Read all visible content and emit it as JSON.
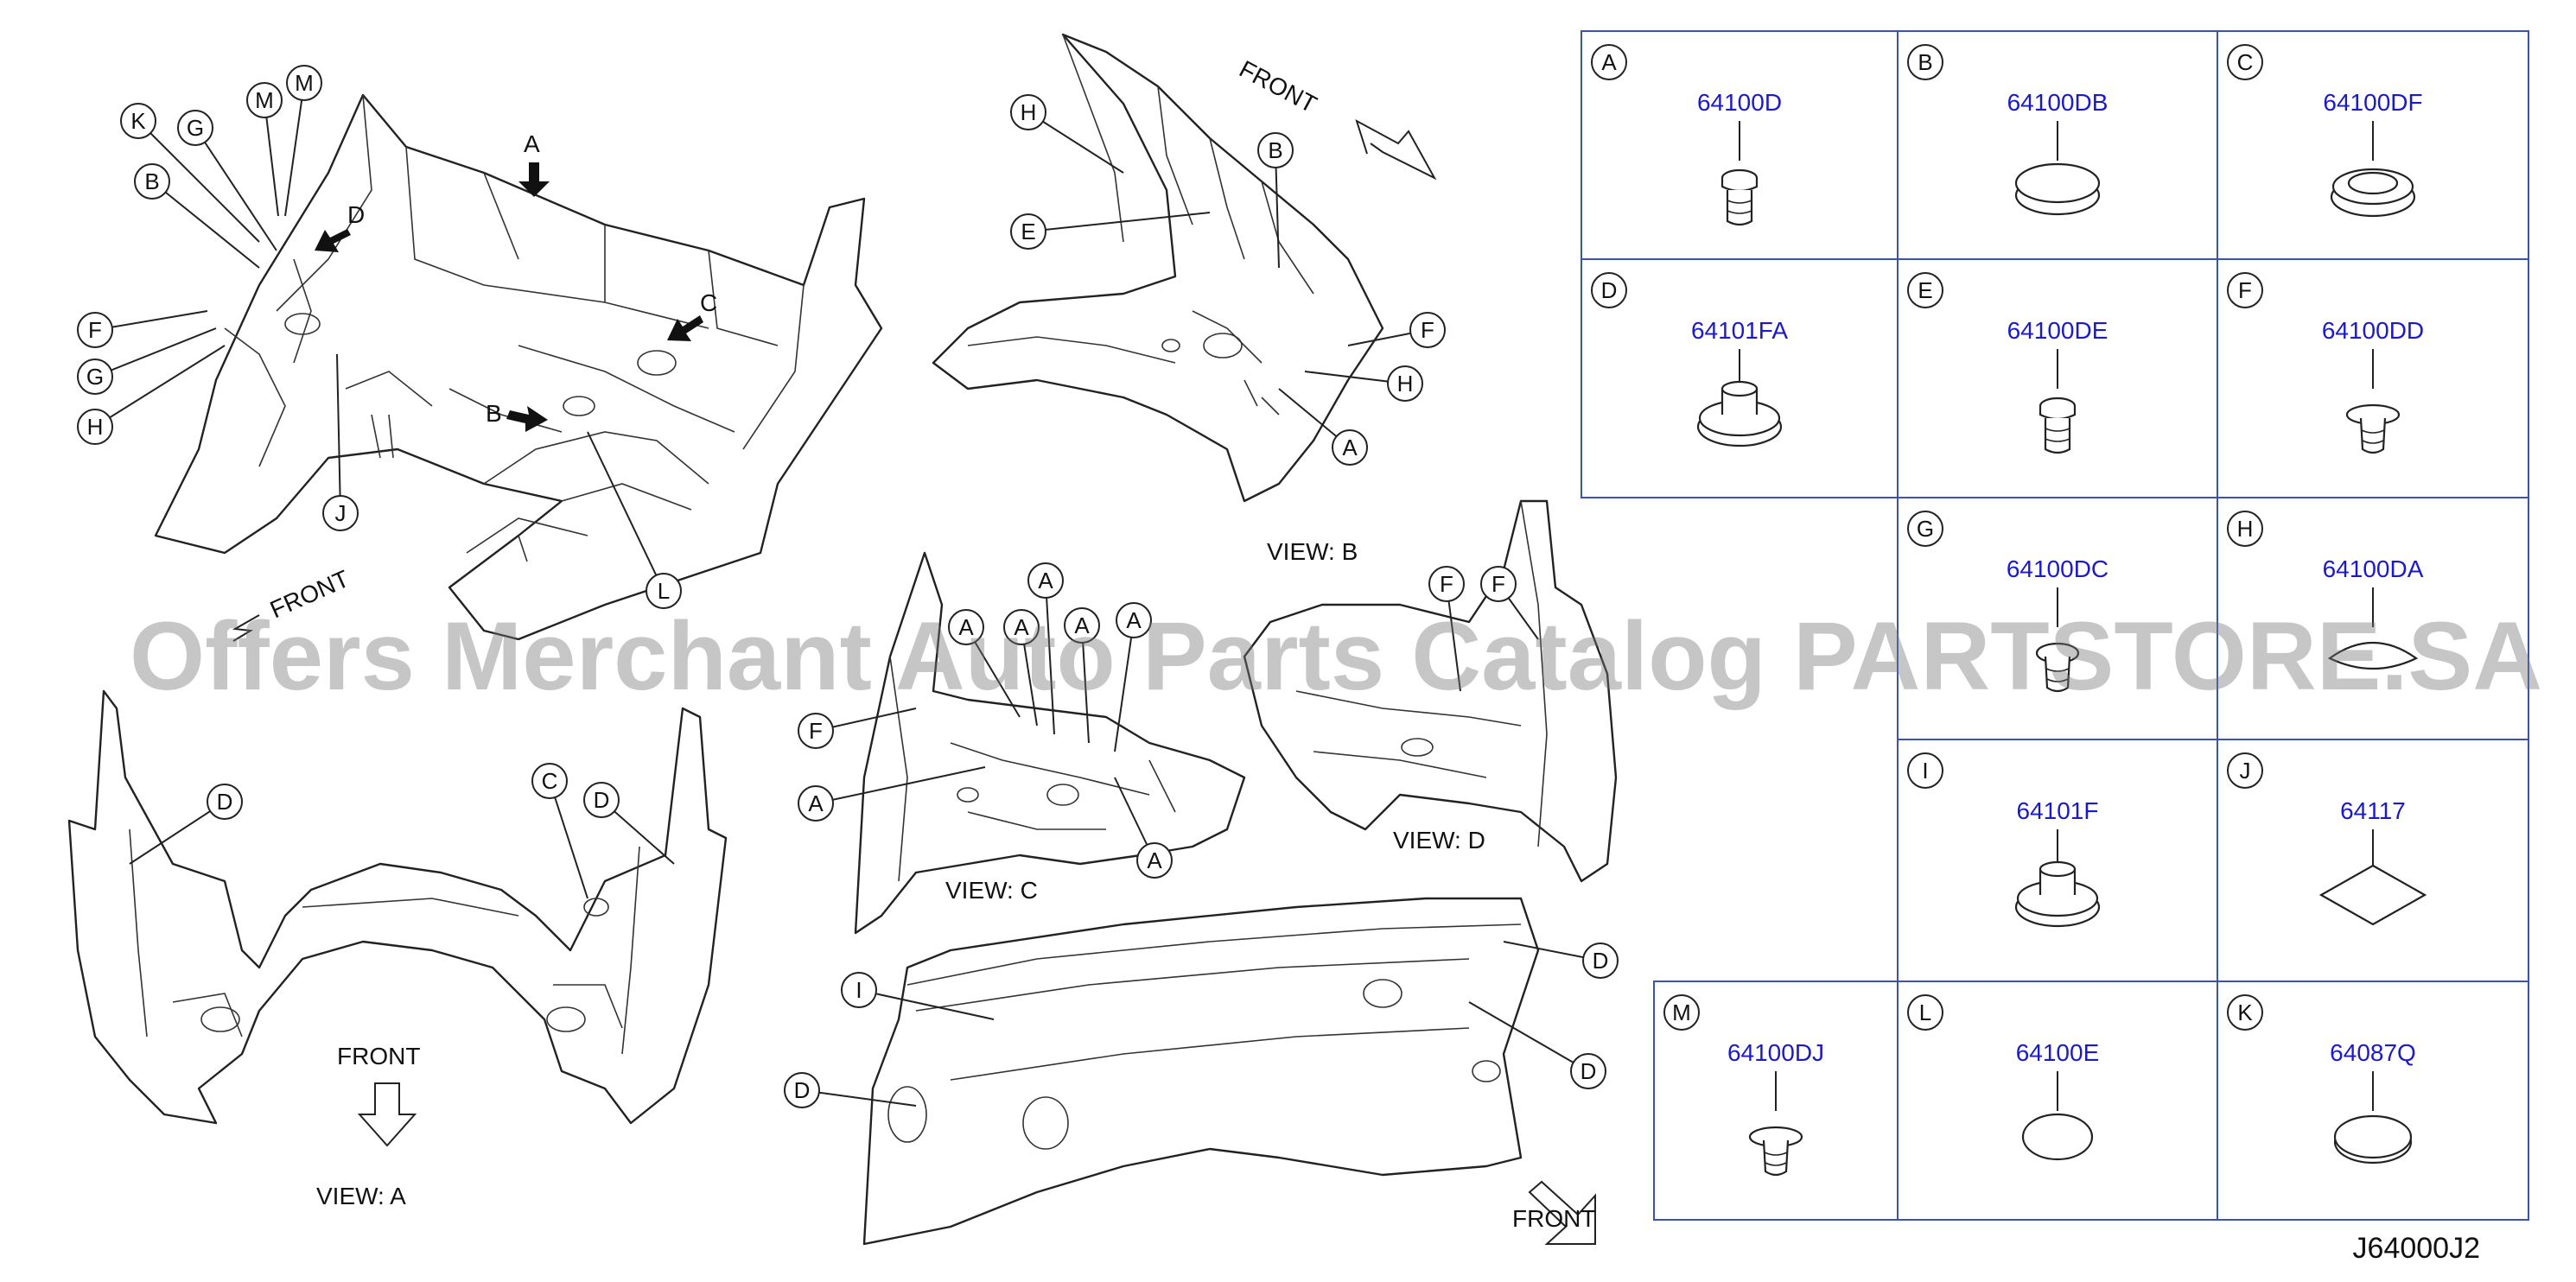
{
  "watermark": "Offers Merchant Auto Parts Catalog PARTSTORE.SA",
  "diagram_code": "J64000J2",
  "labels": {
    "front": "FRONT",
    "view_a": "VIEW:   A",
    "view_b": "VIEW:   B",
    "view_c": "VIEW:   C",
    "view_d": "VIEW:   D",
    "arrow_a": "A",
    "arrow_b": "B",
    "arrow_c": "C",
    "arrow_d": "D"
  },
  "legend": [
    {
      "letter": "A",
      "part_number": "64100D",
      "shape": "clip"
    },
    {
      "letter": "B",
      "part_number": "64100DB",
      "shape": "grommet-flat"
    },
    {
      "letter": "C",
      "part_number": "64100DF",
      "shape": "grommet-ring"
    },
    {
      "letter": "D",
      "part_number": "64101FA",
      "shape": "grommet-stem"
    },
    {
      "letter": "E",
      "part_number": "64100DE",
      "shape": "clip"
    },
    {
      "letter": "F",
      "part_number": "64100DD",
      "shape": "clip-flange"
    },
    {
      "letter": "G",
      "part_number": "64100DC",
      "shape": "clip-small"
    },
    {
      "letter": "H",
      "part_number": "64100DA",
      "shape": "plug-flat"
    },
    {
      "letter": "I",
      "part_number": "64101F",
      "shape": "grommet-stem"
    },
    {
      "letter": "J",
      "part_number": "64117",
      "shape": "patch"
    },
    {
      "letter": "M",
      "part_number": "64100DJ",
      "shape": "clip-flange"
    },
    {
      "letter": "L",
      "part_number": "64100E",
      "shape": "plug-oval"
    },
    {
      "letter": "K",
      "part_number": "64087Q",
      "shape": "plug-cap"
    }
  ],
  "callouts": {
    "main": [
      "K",
      "G",
      "M",
      "M",
      "B",
      "F",
      "G",
      "H",
      "J",
      "L",
      "D",
      "C",
      "A",
      "B"
    ],
    "view_b": [
      "H",
      "B",
      "E",
      "F",
      "H",
      "A"
    ],
    "view_a": [
      "D",
      "C",
      "D"
    ],
    "view_c": [
      "A",
      "A",
      "A",
      "A",
      "A",
      "F",
      "A",
      "A"
    ],
    "view_d": [
      "F",
      "F"
    ],
    "dash": [
      "I",
      "D",
      "D",
      "D"
    ]
  }
}
